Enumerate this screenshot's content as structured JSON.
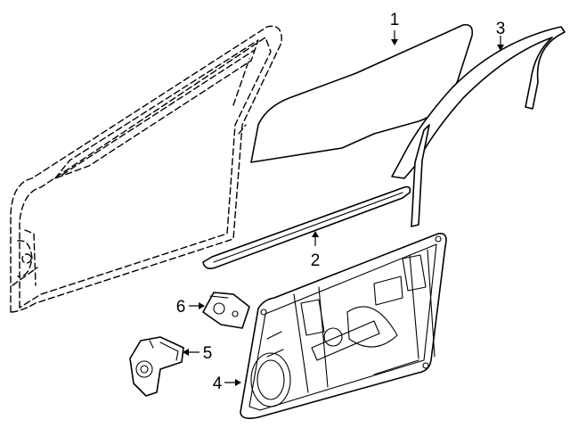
{
  "callouts": [
    {
      "id": "1",
      "label": "1",
      "part": "glass"
    },
    {
      "id": "2",
      "label": "2",
      "part": "belt-molding"
    },
    {
      "id": "3",
      "label": "3",
      "part": "run-channel"
    },
    {
      "id": "4",
      "label": "4",
      "part": "regulator-carrier"
    },
    {
      "id": "5",
      "label": "5",
      "part": "motor"
    },
    {
      "id": "6",
      "label": "6",
      "part": "bracket"
    }
  ]
}
